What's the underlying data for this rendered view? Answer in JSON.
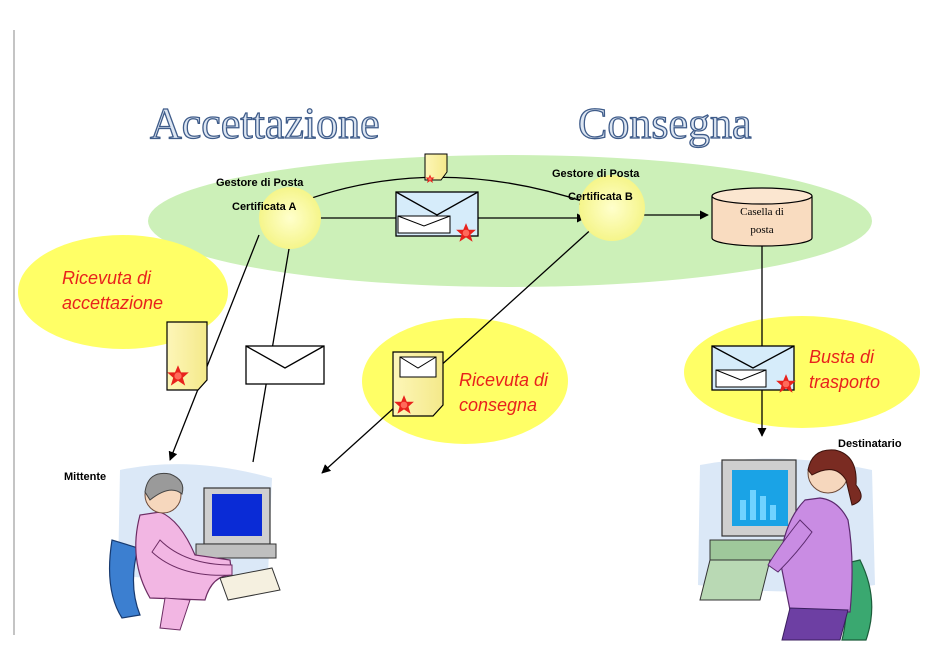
{
  "titles": {
    "acceptance": "Accettazione",
    "delivery": "Consegna"
  },
  "nodes": {
    "provider_a_line1": "Gestore di Posta",
    "provider_a_line2": "Certificata A",
    "provider_b_line1": "Gestore di Posta",
    "provider_b_line2": "Certificata B",
    "mailbox_line1": "Casella di",
    "mailbox_line2": "posta"
  },
  "callouts": {
    "acceptance_receipt_line1": "Ricevuta di",
    "acceptance_receipt_line2": "accettazione",
    "delivery_receipt_line1": "Ricevuta di",
    "delivery_receipt_line2": "consegna",
    "transport_envelope_line1": "Busta di",
    "transport_envelope_line2": "trasporto"
  },
  "actors": {
    "sender": "Mittente",
    "recipient": "Destinatario"
  },
  "colors": {
    "title_fill": "#dde6f2",
    "title_stroke": "#3f5c8a",
    "network_green": "#ccf0b8",
    "node_yellow": "#ffff99",
    "callout_yellow": "#ffff66",
    "callout_text": "#e8221c",
    "envelope_blue": "#d6ecfa",
    "seal_red": "#e8221c",
    "mailbox_fill": "#f9dcc0"
  }
}
